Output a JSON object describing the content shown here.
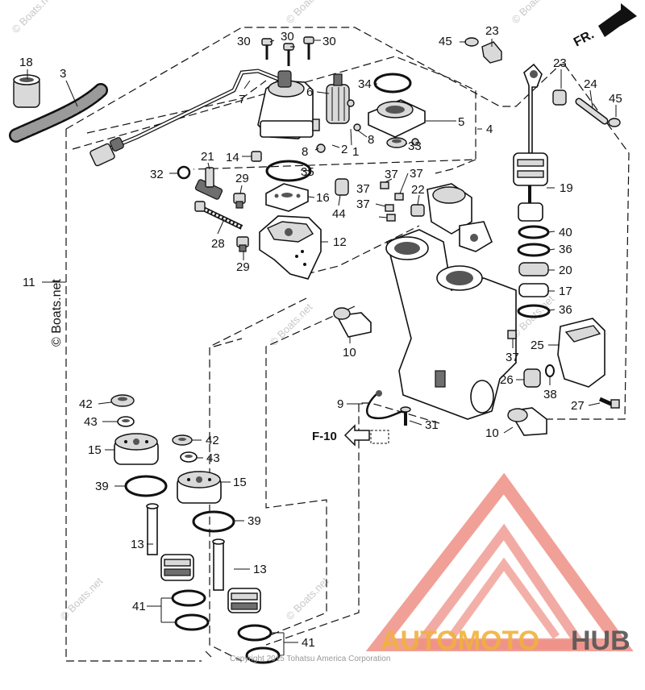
{
  "watermarks": [
    "© Boats.net",
    "© Boats.net",
    "© Boats.net",
    "© Boats.net",
    "© Boats.net",
    "© Boats.net",
    "© Boats.net"
  ],
  "side_watermark": "© Boats.net",
  "direction_label": "FR.",
  "reference_label": "F-10",
  "copyright": "Copyright 2015 Tohatsu America Corporation",
  "logo": {
    "text_auto": "AUTOMOTO",
    "text_hub": "HUB",
    "color_primary": "#e84b3c",
    "color_accent": "#f0b23c",
    "color_hub": "#555555"
  },
  "parts": [
    {
      "id": "18",
      "label": "18"
    },
    {
      "id": "3",
      "label": "3"
    },
    {
      "id": "7",
      "label": "7"
    },
    {
      "id": "30a",
      "label": "30"
    },
    {
      "id": "30b",
      "label": "30"
    },
    {
      "id": "30c",
      "label": "30"
    },
    {
      "id": "6",
      "label": "6"
    },
    {
      "id": "34",
      "label": "34"
    },
    {
      "id": "5",
      "label": "5"
    },
    {
      "id": "4",
      "label": "4"
    },
    {
      "id": "8a",
      "label": "8"
    },
    {
      "id": "2",
      "label": "2"
    },
    {
      "id": "1",
      "label": "1"
    },
    {
      "id": "8b",
      "label": "8"
    },
    {
      "id": "33",
      "label": "33"
    },
    {
      "id": "45a",
      "label": "45"
    },
    {
      "id": "23a",
      "label": "23"
    },
    {
      "id": "23b",
      "label": "23"
    },
    {
      "id": "24",
      "label": "24"
    },
    {
      "id": "45b",
      "label": "45"
    },
    {
      "id": "14",
      "label": "14"
    },
    {
      "id": "21",
      "label": "21"
    },
    {
      "id": "32",
      "label": "32"
    },
    {
      "id": "29a",
      "label": "29"
    },
    {
      "id": "35",
      "label": "35"
    },
    {
      "id": "16",
      "label": "16"
    },
    {
      "id": "37a",
      "label": "37"
    },
    {
      "id": "37b",
      "label": "37"
    },
    {
      "id": "37c",
      "label": "37"
    },
    {
      "id": "37d",
      "label": "37"
    },
    {
      "id": "22",
      "label": "22"
    },
    {
      "id": "44",
      "label": "44"
    },
    {
      "id": "19",
      "label": "19"
    },
    {
      "id": "28",
      "label": "28"
    },
    {
      "id": "12",
      "label": "12"
    },
    {
      "id": "29b",
      "label": "29"
    },
    {
      "id": "40",
      "label": "40"
    },
    {
      "id": "36a",
      "label": "36"
    },
    {
      "id": "20",
      "label": "20"
    },
    {
      "id": "17",
      "label": "17"
    },
    {
      "id": "36b",
      "label": "36"
    },
    {
      "id": "11",
      "label": "11"
    },
    {
      "id": "10a",
      "label": "10"
    },
    {
      "id": "25",
      "label": "25"
    },
    {
      "id": "37e",
      "label": "37"
    },
    {
      "id": "26",
      "label": "26"
    },
    {
      "id": "38",
      "label": "38"
    },
    {
      "id": "27",
      "label": "27"
    },
    {
      "id": "9",
      "label": "9"
    },
    {
      "id": "31",
      "label": "31"
    },
    {
      "id": "10b",
      "label": "10"
    },
    {
      "id": "42a",
      "label": "42"
    },
    {
      "id": "43a",
      "label": "43"
    },
    {
      "id": "15a",
      "label": "15"
    },
    {
      "id": "42b",
      "label": "42"
    },
    {
      "id": "43b",
      "label": "43"
    },
    {
      "id": "39a",
      "label": "39"
    },
    {
      "id": "15b",
      "label": "15"
    },
    {
      "id": "39b",
      "label": "39"
    },
    {
      "id": "13a",
      "label": "13"
    },
    {
      "id": "13b",
      "label": "13"
    },
    {
      "id": "41a",
      "label": "41"
    },
    {
      "id": "41b",
      "label": "41"
    }
  ]
}
